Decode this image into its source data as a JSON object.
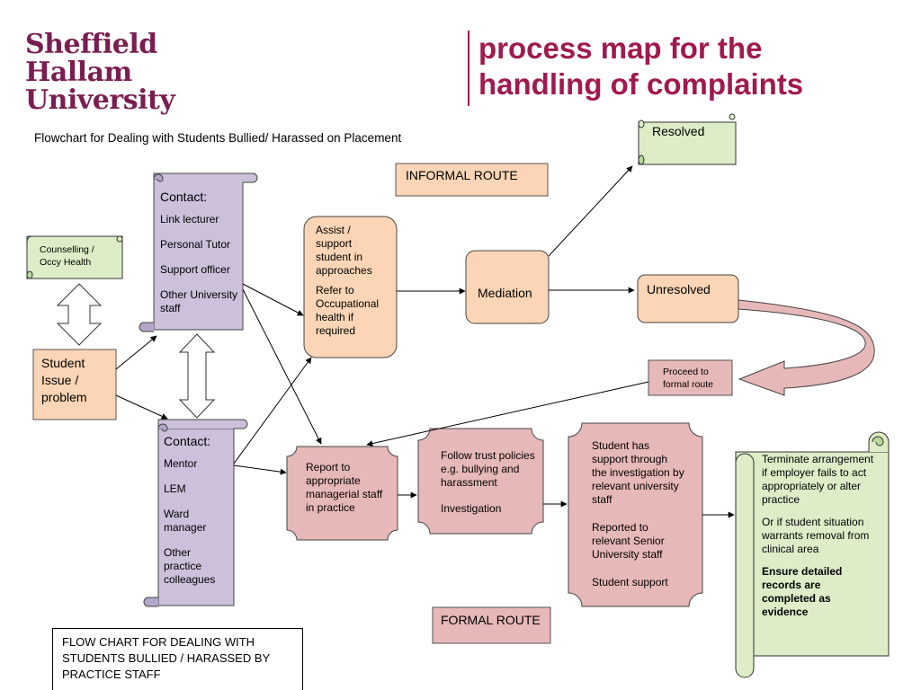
{
  "logo": {
    "line1": "Sheffield",
    "line2": "Hallam",
    "line3": "University"
  },
  "title": {
    "line1": "process map for the",
    "line2": "handling of complaints"
  },
  "subtitle": "Flowchart for Dealing with Students Bullied/ Harassed on Placement",
  "nodes": {
    "counselling": {
      "line1": "Counselling /",
      "line2": "Occy Health"
    },
    "student_issue": {
      "line1": "Student",
      "line2": "Issue /",
      "line3": "problem"
    },
    "contact_university": {
      "heading": "Contact:",
      "items": [
        "Link lecturer",
        "Personal Tutor",
        "Support officer",
        "Other University staff"
      ]
    },
    "contact_practice": {
      "heading": "Contact:",
      "items": [
        "Mentor",
        "LEM",
        "Ward manager",
        "Other practice colleagues"
      ]
    },
    "informal_route": "INFORMAL ROUTE",
    "formal_route": "FORMAL ROUTE",
    "assist": {
      "text1": "Assist / support student in approaches",
      "text2": "Refer to Occupational health if required"
    },
    "mediation": "Mediation",
    "resolved": "Resolved",
    "unresolved": "Unresolved",
    "proceed": "Proceed to formal route",
    "report": "Report to appropriate managerial staff in practice",
    "follow": {
      "text1": "Follow trust policies e.g. bullying and harassment",
      "text2": "Investigation"
    },
    "student_support": {
      "text1": "Student has support through the investigation by relevant university staff",
      "text2": "Reported to relevant Senior University staff",
      "text3": "Student support"
    },
    "terminate": {
      "text1": "Terminate arrangement if employer fails to act appropriately or alter practice",
      "text2": "Or if student situation warrants removal from clinical area",
      "text3": "Ensure detailed records are completed as evidence"
    }
  },
  "footer": "FLOW CHART FOR DEALING WITH STUDENTS BULLIED / HARASSED BY PRACTICE STAFF",
  "colors": {
    "brand": "#7a1e52",
    "title": "#a0194f",
    "green": "#dcedc8",
    "orange": "#fbd5b5",
    "lavender": "#ccc0da",
    "pink": "#e6b8b7"
  }
}
